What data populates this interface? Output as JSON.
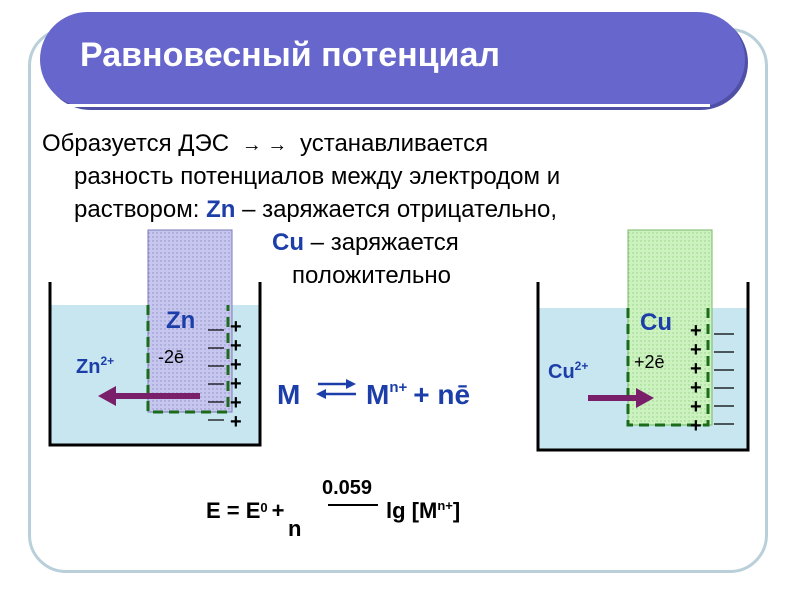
{
  "title": "Равновесный потенциал",
  "text": {
    "line1": "Образуется ДЭС",
    "arrows": "→ →",
    "line1b": "устанавливается",
    "line2": "разность потенциалов между электродом и",
    "line3a": "раствором:",
    "zn": "Zn",
    "line3b": "– заряжается отрицательно,",
    "cu": "Cu",
    "line4b": "– заряжается",
    "line5": "положительно"
  },
  "left_beaker": {
    "electrode": "Zn",
    "electron_label": "-2ē",
    "ion_label": "Zn",
    "ion_charge": "2+",
    "plus": "+",
    "minus": "—"
  },
  "right_beaker": {
    "electrode": "Cu",
    "electron_label": "+2ē",
    "ion_label": "Cu",
    "ion_charge": "2+",
    "plus": "+",
    "minus": "—"
  },
  "equilibrium": {
    "left": "M",
    "right": "M",
    "sup": "n+",
    "rest": "+ nē"
  },
  "nernst": {
    "lhs": "E = E",
    "sub0": "0",
    "plus": "+",
    "numerator": "0.059",
    "denominator": "n",
    "lg": "lg [M",
    "sup": "n+",
    "close": "]"
  },
  "colors": {
    "title_bg": "#6666cc",
    "solution": "#c8e6f0",
    "zn_electrode": "#c6c6ee",
    "cu_electrode": "#ccf2c0",
    "arrow": "#7a1f6a",
    "label_blue": "#1c3ea8",
    "dashed": "#1a6b1a"
  }
}
